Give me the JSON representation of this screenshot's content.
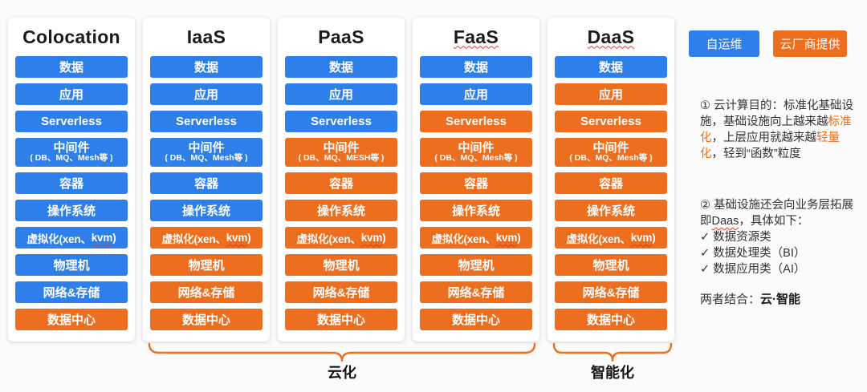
{
  "colors": {
    "blue": "#2E7FE9",
    "orange": "#ED6E1E"
  },
  "legend": {
    "self": {
      "label": "自运维",
      "color": "#2E7FE9"
    },
    "vendor": {
      "label": "云厂商提供",
      "color": "#ED6E1E"
    }
  },
  "columns": [
    {
      "title": "Colocation",
      "layers": [
        {
          "label": "数据",
          "color": "#2E7FE9"
        },
        {
          "label": "应用",
          "color": "#2E7FE9"
        },
        {
          "label": "Serverless",
          "color": "#2E7FE9"
        },
        {
          "label": "中间件",
          "sub": "( DB、MQ、Mesh等 )",
          "color": "#2E7FE9"
        },
        {
          "label": "容器",
          "color": "#2E7FE9"
        },
        {
          "label": "操作系统",
          "color": "#2E7FE9"
        },
        {
          "pre": "虚拟化(xen、",
          "mis": "kvm",
          "post": ")",
          "color": "#2E7FE9"
        },
        {
          "label": "物理机",
          "color": "#2E7FE9"
        },
        {
          "label": "网络&存储",
          "color": "#2E7FE9"
        },
        {
          "label": "数据中心",
          "color": "#ED6E1E"
        }
      ]
    },
    {
      "title": "IaaS",
      "layers": [
        {
          "label": "数据",
          "color": "#2E7FE9"
        },
        {
          "label": "应用",
          "color": "#2E7FE9"
        },
        {
          "label": "Serverless",
          "color": "#2E7FE9"
        },
        {
          "label": "中间件",
          "sub": "( DB、MQ、Mesh等 )",
          "color": "#2E7FE9"
        },
        {
          "label": "容器",
          "color": "#2E7FE9"
        },
        {
          "label": "操作系统",
          "color": "#2E7FE9"
        },
        {
          "pre": "虚拟化(xen、",
          "mis": "kvm",
          "post": ")",
          "color": "#ED6E1E"
        },
        {
          "label": "物理机",
          "color": "#ED6E1E"
        },
        {
          "label": "网络&存储",
          "color": "#ED6E1E"
        },
        {
          "label": "数据中心",
          "color": "#ED6E1E"
        }
      ]
    },
    {
      "title": "PaaS",
      "layers": [
        {
          "label": "数据",
          "color": "#2E7FE9"
        },
        {
          "label": "应用",
          "color": "#2E7FE9"
        },
        {
          "label": "Serverless",
          "color": "#2E7FE9"
        },
        {
          "label": "中间件",
          "sub": "( DB、MQ、MESH等 )",
          "color": "#ED6E1E"
        },
        {
          "label": "容器",
          "color": "#ED6E1E"
        },
        {
          "label": "操作系统",
          "color": "#ED6E1E"
        },
        {
          "pre": "虚拟化(xen、",
          "mis": "kvm",
          "post": ")",
          "color": "#ED6E1E"
        },
        {
          "label": "物理机",
          "color": "#ED6E1E"
        },
        {
          "label": "网络&存储",
          "color": "#ED6E1E"
        },
        {
          "label": "数据中心",
          "color": "#ED6E1E"
        }
      ]
    },
    {
      "title": "FaaS",
      "layers": [
        {
          "label": "数据",
          "color": "#2E7FE9"
        },
        {
          "label": "应用",
          "color": "#2E7FE9"
        },
        {
          "label": "Serverless",
          "color": "#ED6E1E"
        },
        {
          "label": "中间件",
          "sub": "( DB、MQ、Mesh等 )",
          "color": "#ED6E1E"
        },
        {
          "label": "容器",
          "color": "#ED6E1E"
        },
        {
          "label": "操作系统",
          "color": "#ED6E1E"
        },
        {
          "pre": "虚拟化(xen、",
          "mis": "kvm",
          "post": ")",
          "color": "#ED6E1E"
        },
        {
          "label": "物理机",
          "color": "#ED6E1E"
        },
        {
          "label": "网络&存储",
          "color": "#ED6E1E"
        },
        {
          "label": "数据中心",
          "color": "#ED6E1E"
        }
      ]
    },
    {
      "title": "DaaS",
      "layers": [
        {
          "label": "数据",
          "color": "#2E7FE9"
        },
        {
          "label": "应用",
          "color": "#ED6E1E"
        },
        {
          "label": "Serverless",
          "color": "#ED6E1E"
        },
        {
          "label": "中间件",
          "sub": "( DB、MQ、Mesh等 )",
          "color": "#ED6E1E"
        },
        {
          "label": "容器",
          "color": "#ED6E1E"
        },
        {
          "label": "操作系统",
          "color": "#ED6E1E"
        },
        {
          "pre": "虚拟化(xen、",
          "mis": "kvm",
          "post": ")",
          "color": "#ED6E1E"
        },
        {
          "label": "物理机",
          "color": "#ED6E1E"
        },
        {
          "label": "网络&存储",
          "color": "#ED6E1E"
        },
        {
          "label": "数据中心",
          "color": "#ED6E1E"
        }
      ]
    }
  ],
  "braces": {
    "cloud": {
      "label": "云化"
    },
    "intelligent": {
      "label": "智能化"
    }
  },
  "notes": {
    "note1": {
      "seg1": "① 云计算目的：标准化基础设施，基础设施向上越来越",
      "hl1": "标准化",
      "seg2": "，上层应用就越来越",
      "hl2": "轻量化",
      "seg3": "，轻到“函数”粒度"
    },
    "note2": {
      "line1a": "② 基础设施还会向业务层拓展即",
      "daas": "Daas",
      "line1b": "，具体如下：",
      "check": "✓",
      "items": [
        "数据资源类",
        "数据处理类（BI）",
        "数据应用类（AI）"
      ]
    },
    "combine": {
      "prefix": "两者结合：",
      "bold": "云·智能"
    }
  }
}
